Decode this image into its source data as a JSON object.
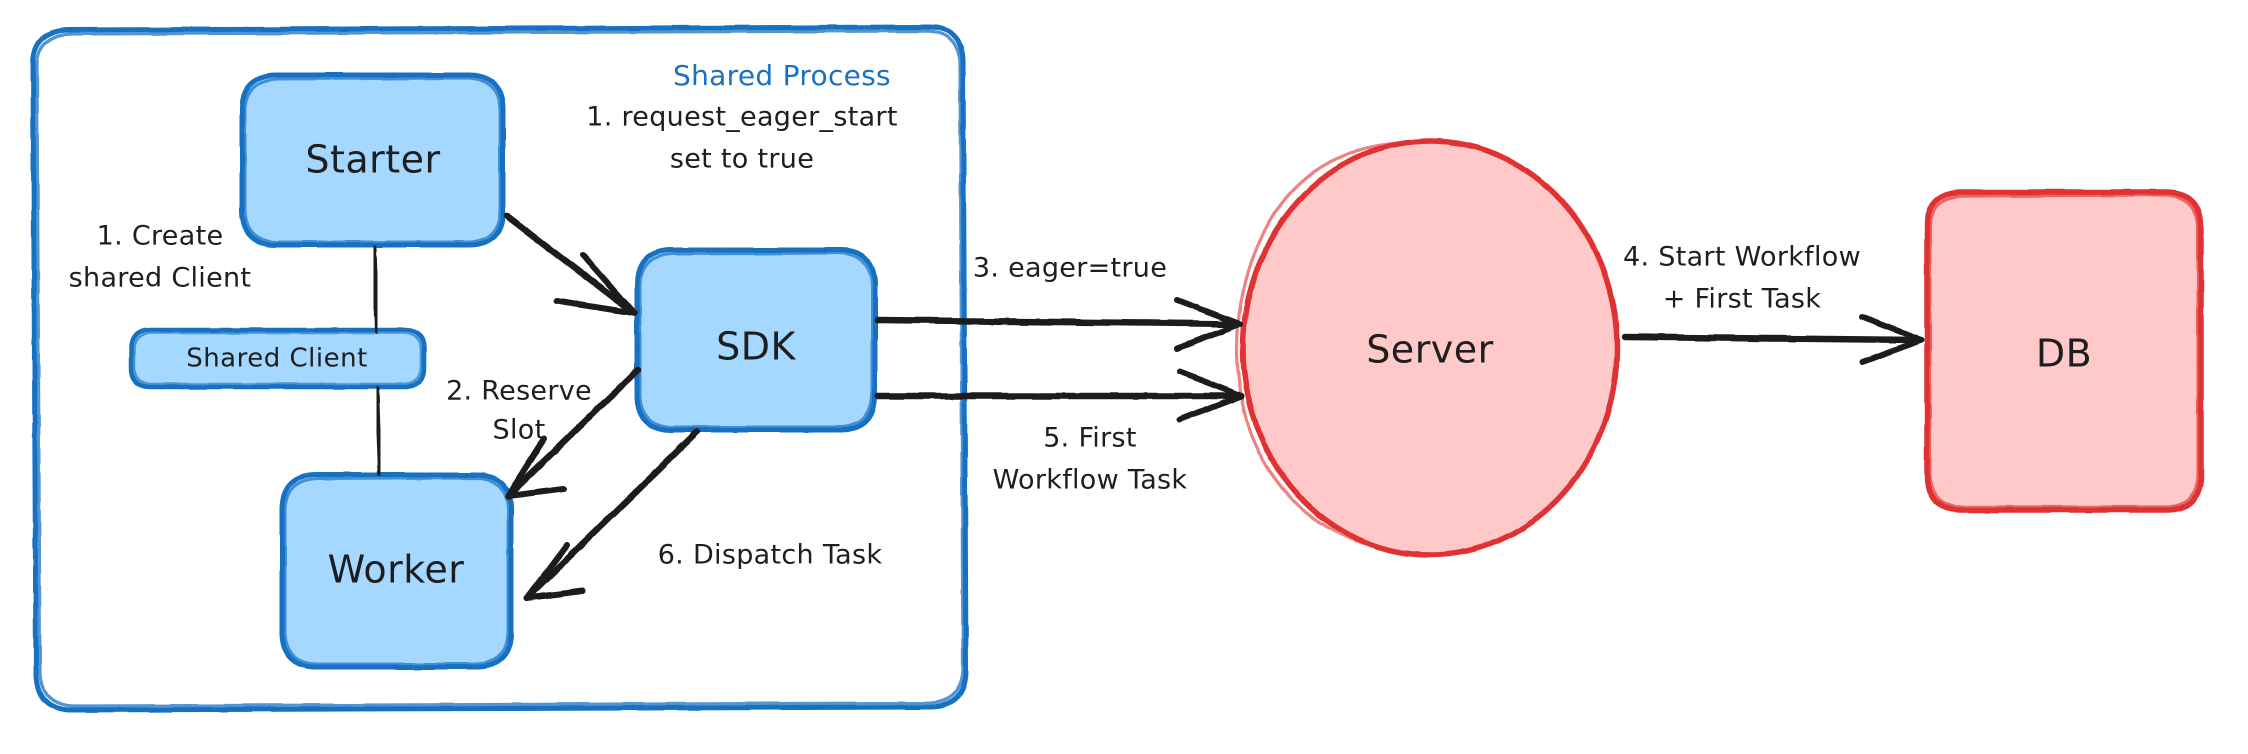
{
  "diagram": {
    "title": "Shared Process",
    "style": "hand-drawn",
    "colors": {
      "blue_stroke": "#1971c2",
      "blue_fill": "#a5d8ff",
      "red_stroke": "#e03131",
      "red_fill": "#ffc9c9",
      "ink": "#1e1e1e",
      "background": "#ffffff"
    },
    "group": {
      "label": "Shared Process",
      "stroke": "#1971c2"
    },
    "nodes": [
      {
        "id": "starter",
        "label": "Starter",
        "shape": "rounded-rect",
        "group": "Shared Process",
        "fill": "#a5d8ff",
        "stroke": "#1971c2"
      },
      {
        "id": "shared-client",
        "label": "Shared Client",
        "shape": "rounded-rect",
        "group": "Shared Process",
        "fill": "#a5d8ff",
        "stroke": "#1971c2"
      },
      {
        "id": "sdk",
        "label": "SDK",
        "shape": "rounded-rect",
        "group": "Shared Process",
        "fill": "#a5d8ff",
        "stroke": "#1971c2"
      },
      {
        "id": "worker",
        "label": "Worker",
        "shape": "rounded-rect",
        "group": "Shared Process",
        "fill": "#a5d8ff",
        "stroke": "#1971c2"
      },
      {
        "id": "server",
        "label": "Server",
        "shape": "ellipse",
        "group": null,
        "fill": "#ffc9c9",
        "stroke": "#e03131"
      },
      {
        "id": "db",
        "label": "DB",
        "shape": "rounded-rect",
        "group": null,
        "fill": "#ffc9c9",
        "stroke": "#e03131"
      }
    ],
    "edges": [
      {
        "id": "e1-create-shared-client",
        "from": "starter",
        "to": "shared-client",
        "arrow": false,
        "label_lines": [
          "1. Create",
          "shared Client"
        ],
        "label_text": "1. Create shared Client"
      },
      {
        "id": "e1-request-eager-start",
        "from": "starter",
        "to": "sdk",
        "arrow": true,
        "label_lines": [
          "1. request_eager_start",
          "set to true"
        ],
        "label_text": "1. request_eager_start set to true"
      },
      {
        "id": "e2-reserve-slot",
        "from": "sdk",
        "to": "worker",
        "arrow": true,
        "label_lines": [
          "2. Reserve",
          "Slot"
        ],
        "label_text": "2. Reserve Slot"
      },
      {
        "id": "e3-eager-true",
        "from": "sdk",
        "to": "server",
        "arrow": true,
        "label_lines": [
          "3. eager=true"
        ],
        "label_text": "3. eager=true"
      },
      {
        "id": "e4-start-workflow",
        "from": "server",
        "to": "db",
        "arrow": true,
        "label_lines": [
          "4. Start Workflow",
          "+ First Task"
        ],
        "label_text": "4. Start Workflow + First Task"
      },
      {
        "id": "e5-first-workflow-task",
        "from": "sdk",
        "to": "server",
        "arrow": true,
        "label_lines": [
          "5. First",
          "Workflow Task"
        ],
        "label_text": "5. First Workflow Task"
      },
      {
        "id": "e6-dispatch-task",
        "from": "sdk",
        "to": "worker",
        "arrow": true,
        "label_lines": [
          "6. Dispatch Task"
        ],
        "label_text": "6. Dispatch Task"
      }
    ]
  }
}
